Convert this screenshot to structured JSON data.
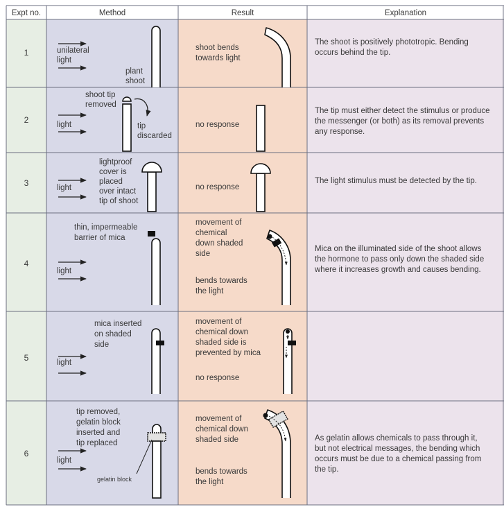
{
  "colors": {
    "method_bg": "#d8d9e8",
    "result_bg": "#f6dac9",
    "explanation_bg": "#ece3ec",
    "number_bg": "#e7eee4",
    "grid": "#6b6f80"
  },
  "headers": {
    "expt_no": "Expt no.",
    "method": "Method",
    "result": "Result",
    "explanation": "Explanation"
  },
  "rows": [
    {
      "number": "1",
      "method": {
        "light": [
          "unilateral",
          "light"
        ],
        "label": [
          "plant",
          "shoot"
        ]
      },
      "result": [
        "shoot bends",
        "towards light"
      ],
      "explanation": [
        "The shoot is positively phototropic.  Bending",
        "occurs behind the tip."
      ]
    },
    {
      "number": "2",
      "method": {
        "light": [
          "light"
        ],
        "label_top": [
          "shoot tip",
          "removed"
        ],
        "label_side": [
          "tip",
          "discarded"
        ]
      },
      "result": [
        "no response"
      ],
      "explanation": [
        "The tip must either detect the stimulus or produce",
        "the messenger (or both) as its removal prevents",
        "any response."
      ]
    },
    {
      "number": "3",
      "method": {
        "light": [
          "light"
        ],
        "label": [
          "lightproof",
          "cover is",
          "placed",
          "over intact",
          "tip of shoot"
        ]
      },
      "result": [
        "no response"
      ],
      "explanation": [
        "The light stimulus must be detected by the tip."
      ]
    },
    {
      "number": "4",
      "method": {
        "light": [
          "light"
        ],
        "label": [
          "thin, impermeable",
          "barrier of mica"
        ]
      },
      "result": [
        "movement of",
        "chemical",
        "down shaded",
        "side"
      ],
      "result2": [
        "bends towards",
        "the light"
      ],
      "explanation": [
        "Mica on the illuminated side of the shoot allows",
        "the hormone to pass only down the shaded side",
        "where it increases growth and causes bending."
      ]
    },
    {
      "number": "5",
      "method": {
        "light": [
          "light"
        ],
        "label": [
          "mica inserted",
          "on shaded",
          "side"
        ]
      },
      "result": [
        "movement of",
        "chemical down",
        "shaded side is",
        "prevented by mica"
      ],
      "result2": [
        "no response"
      ],
      "explanation": []
    },
    {
      "number": "6",
      "method": {
        "light": [
          "light"
        ],
        "label": [
          "tip removed,",
          "gelatin block",
          "inserted and",
          "tip replaced"
        ],
        "small_label": "gelatin block"
      },
      "result": [
        "movement of",
        "chemical down",
        "shaded side"
      ],
      "result2": [
        "bends towards",
        "the light"
      ],
      "explanation": [
        "As gelatin allows chemicals to pass through it,",
        "but not electrical messages, the bending which",
        "occurs must be due to a chemical passing from",
        "the tip."
      ]
    }
  ]
}
